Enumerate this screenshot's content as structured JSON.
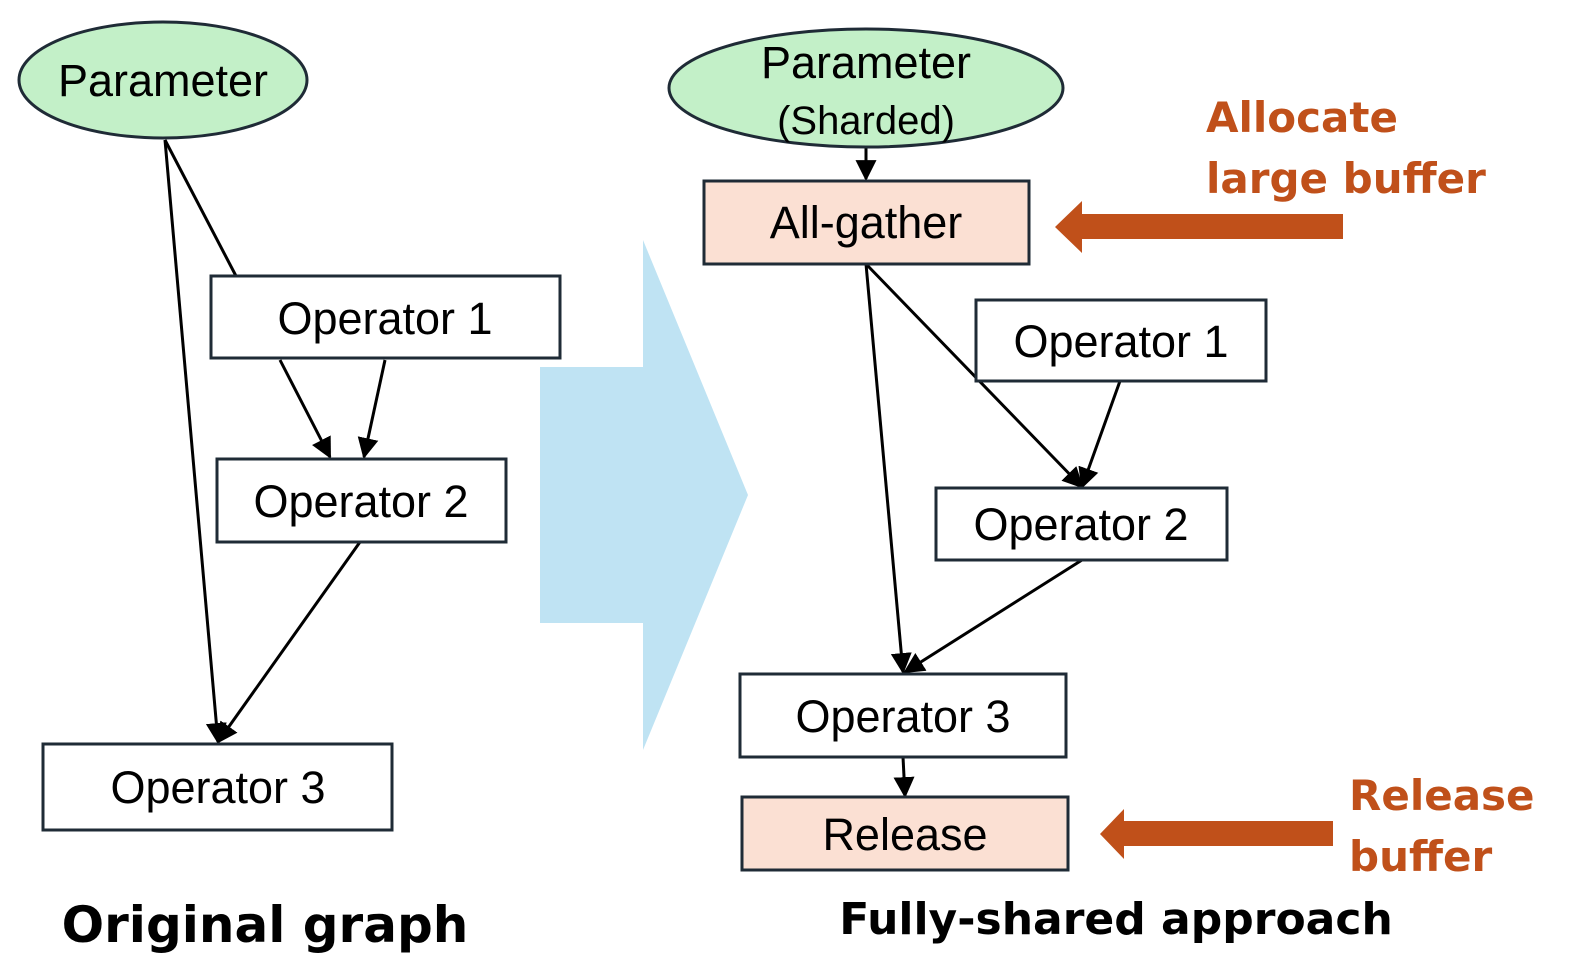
{
  "colors": {
    "parameter_fill": "#c3f0c8",
    "operator_fill": "#ffffff",
    "highlight_fill": "#fbe0d3",
    "stroke": "#1f2b36",
    "accent": "#c0501a",
    "transform_arrow": "#bfe3f3"
  },
  "original": {
    "parameter": "Parameter",
    "op1": "Operator 1",
    "op2": "Operator 2",
    "op3": "Operator 3",
    "caption": "Original graph"
  },
  "sharded": {
    "parameter": "Parameter",
    "parameter_sub": "(Sharded)",
    "allgather": "All-gather",
    "op1": "Operator 1",
    "op2": "Operator 2",
    "op3": "Operator 3",
    "release": "Release",
    "caption": "Fully-shared approach"
  },
  "annotations": {
    "allocate_line1": "Allocate",
    "allocate_line2": "large buffer",
    "release_line1": "Release",
    "release_line2": "buffer"
  }
}
